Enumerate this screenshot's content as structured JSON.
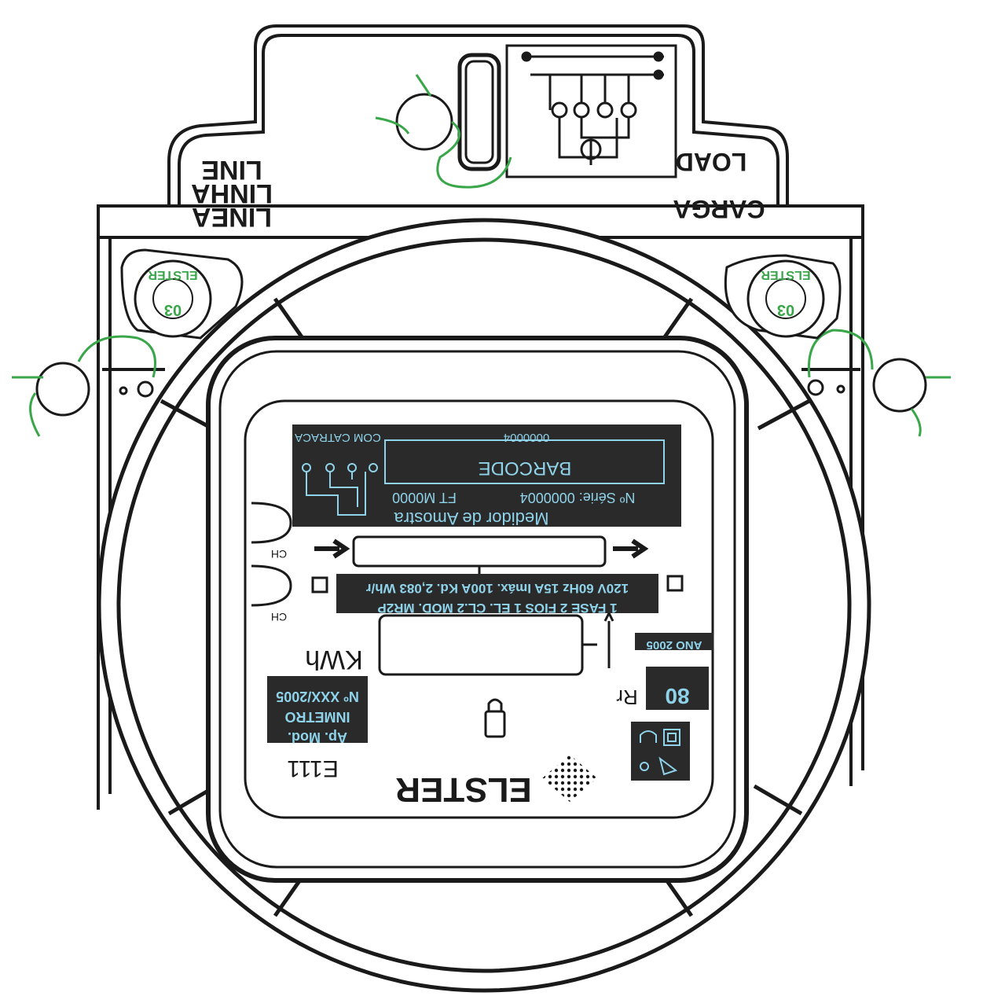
{
  "terminal_labels": {
    "line": [
      "LINE",
      "LINHA",
      "LINEA"
    ],
    "load": [
      "LOAD",
      "CARGA"
    ]
  },
  "nameplate": {
    "top_left": "COM CATRACA",
    "serial_top": "0000004",
    "barcode": "BARCODE",
    "ft": "FT M0000",
    "serie": "Nº Série: 0000004",
    "title": "Medidor de Amostra",
    "rating_line1": "120V 60Hz 15A  Imáx. 100A  Kd. 2,083 Wh/r",
    "rating_line2": "1 FASE  2 FIOS  1 EL.  CL.2  MOD. MR2P",
    "unit": "KWh",
    "year": "ANO 2005",
    "rr_label": "Rr",
    "rr_value": "80",
    "approval": [
      "Ap. Mod.",
      "INMETRO",
      "Nº XXX/2005"
    ],
    "model": "E111",
    "brand": "ELSTER",
    "ch_label": "CH"
  },
  "seals": {
    "letters": "ELSTER",
    "code": "03"
  },
  "colors": {
    "ink": "#1a1a1a",
    "plate_bg": "#2a2a2a",
    "plate_text": "#8fd3ea",
    "wire": "#3aa64a"
  }
}
